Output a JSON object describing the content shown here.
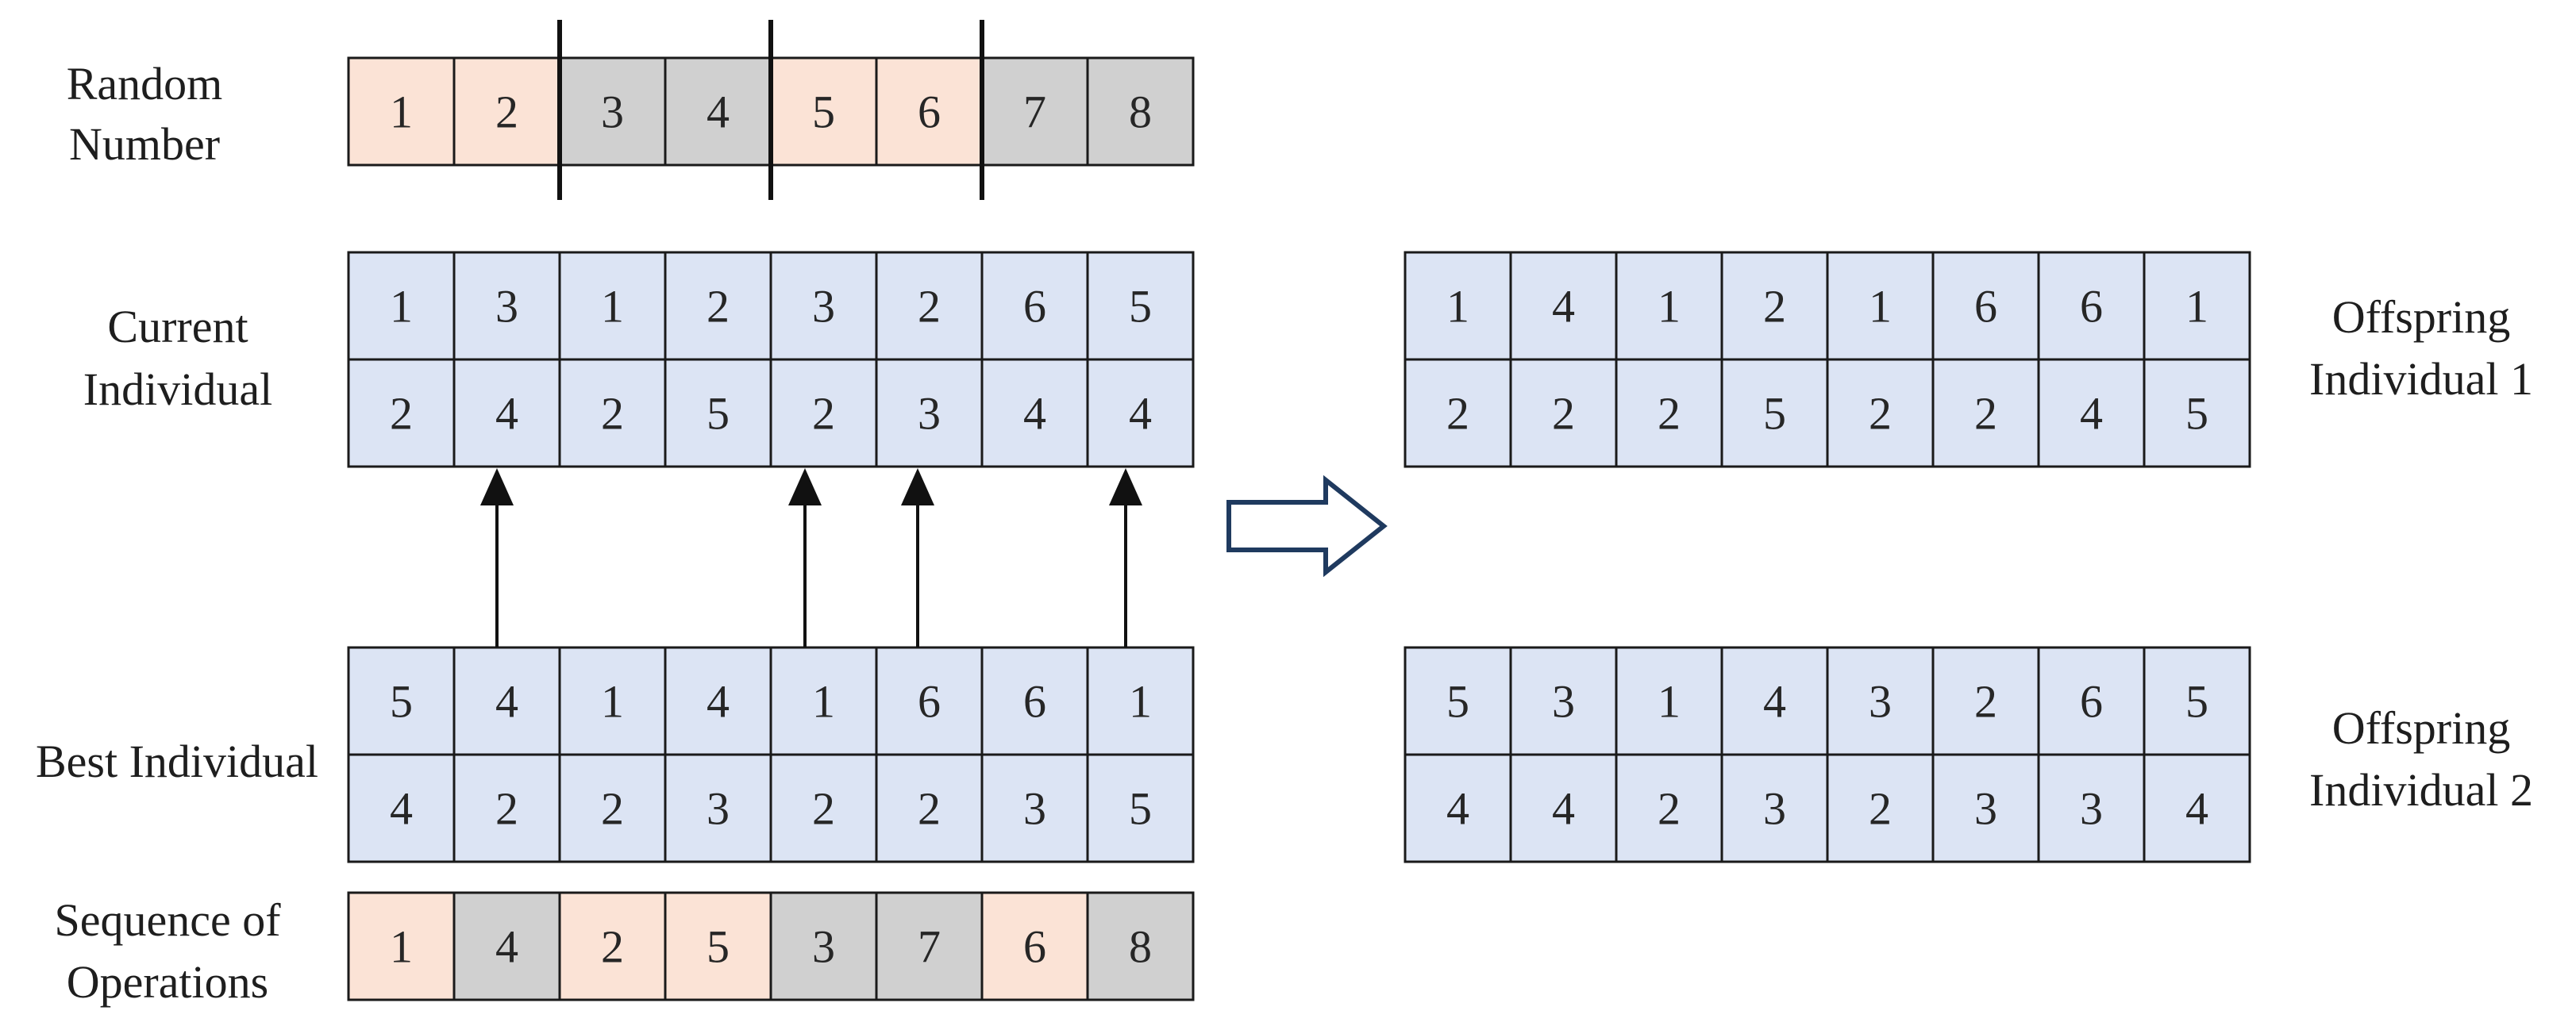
{
  "colors": {
    "blue": "#dce4f4",
    "peach": "#fbe3d6",
    "gray": "#d0d0d0",
    "border": "#1a1a1a",
    "arrow_outline": "#1f3a5f"
  },
  "labels": {
    "random_number": [
      "Random",
      "Number"
    ],
    "current_individual": [
      "Current",
      "Individual"
    ],
    "best_individual": [
      "Best Individual"
    ],
    "sequence_of_operations": [
      "Sequence of",
      "Operations"
    ],
    "offspring_1": [
      "Offspring",
      "Individual 1"
    ],
    "offspring_2": [
      "Offspring",
      "Individual 2"
    ]
  },
  "random_number": {
    "values": [
      "1",
      "2",
      "3",
      "4",
      "5",
      "6",
      "7",
      "8"
    ],
    "fills": [
      "peach",
      "peach",
      "gray",
      "gray",
      "peach",
      "peach",
      "gray",
      "gray"
    ]
  },
  "current_individual": {
    "row1": [
      "1",
      "3",
      "1",
      "2",
      "3",
      "2",
      "6",
      "5"
    ],
    "row2": [
      "2",
      "4",
      "2",
      "5",
      "2",
      "3",
      "4",
      "4"
    ]
  },
  "best_individual": {
    "row1": [
      "5",
      "4",
      "1",
      "4",
      "1",
      "6",
      "6",
      "1"
    ],
    "row2": [
      "4",
      "2",
      "2",
      "3",
      "2",
      "2",
      "3",
      "5"
    ]
  },
  "sequence_of_operations": {
    "values": [
      "1",
      "4",
      "2",
      "5",
      "3",
      "7",
      "6",
      "8"
    ],
    "fills": [
      "peach",
      "gray",
      "peach",
      "peach",
      "gray",
      "gray",
      "peach",
      "gray"
    ]
  },
  "offspring_1": {
    "row1": [
      "1",
      "4",
      "1",
      "2",
      "1",
      "6",
      "6",
      "1"
    ],
    "row2": [
      "2",
      "2",
      "2",
      "5",
      "2",
      "2",
      "4",
      "5"
    ]
  },
  "offspring_2": {
    "row1": [
      "5",
      "3",
      "1",
      "4",
      "3",
      "2",
      "6",
      "5"
    ],
    "row2": [
      "4",
      "4",
      "2",
      "3",
      "2",
      "3",
      "3",
      "4"
    ]
  }
}
